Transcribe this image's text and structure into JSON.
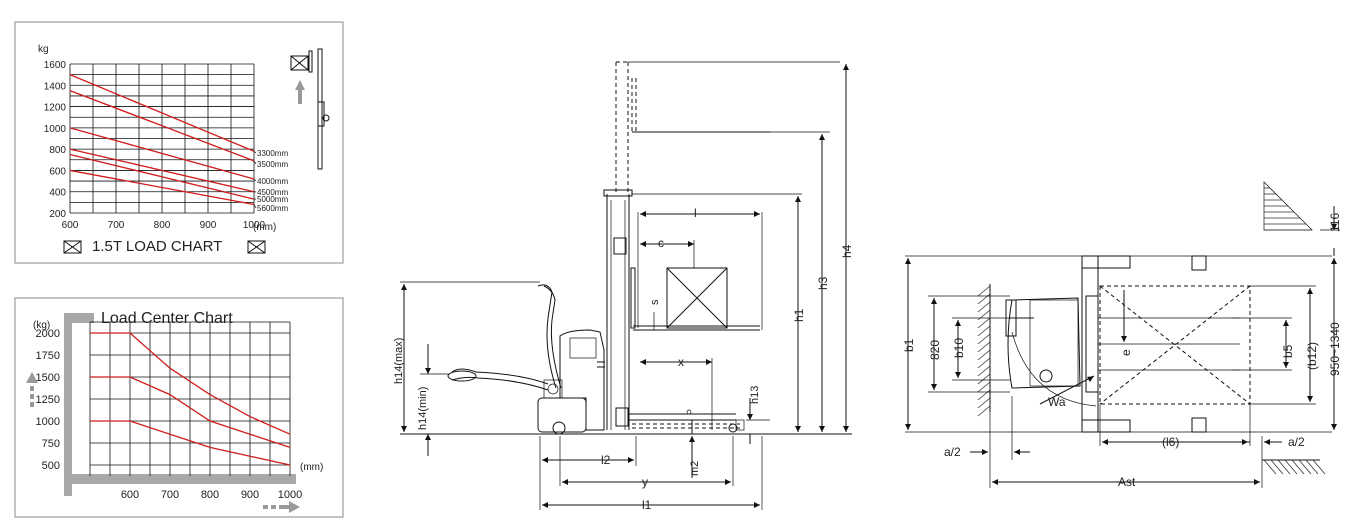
{
  "load_chart": {
    "title": "1.5T LOAD CHART",
    "y_unit": "kg",
    "x_unit": "(mm)",
    "x_ticks": [
      "600",
      "700",
      "800",
      "900",
      "1000"
    ],
    "y_ticks": [
      "1600",
      "1400",
      "1200",
      "1000",
      "800",
      "600",
      "400",
      "200"
    ],
    "height_labels": [
      "3300mm",
      "3500mm",
      "4000mm",
      "4500mm",
      "5000mm",
      "5600mm"
    ]
  },
  "center_chart": {
    "title": "Load Center Chart",
    "y_unit": "(kg)",
    "x_unit": "(mm)",
    "x_ticks": [
      "600",
      "700",
      "800",
      "900",
      "1000"
    ],
    "y_ticks": [
      "2000",
      "1750",
      "1500",
      "1250",
      "1000",
      "750",
      "500"
    ]
  },
  "side_view": {
    "labels": {
      "l": "l",
      "c": "c",
      "s": "s",
      "x": "x",
      "h1": "h1",
      "h3": "h3",
      "h4": "h4",
      "h13": "h13",
      "h14max": "h14(max)",
      "h14min": "h14(min)",
      "l2": "l2",
      "y": "y",
      "m2": "m2",
      "l1": "l1"
    }
  },
  "top_view": {
    "labels": {
      "b1": "b1",
      "d820": "820",
      "b10": "b10",
      "e": "e",
      "b5": "b5",
      "b12": "(b12)",
      "range": "950~1340",
      "d116": "116",
      "wa": "Wa",
      "a2_left": "a/2",
      "l6": "(l6)",
      "a2_right": "a/2",
      "ast": "Ast"
    }
  },
  "colors": {
    "curve": "#d01c1c",
    "line": "#111111",
    "frame": "#888888"
  },
  "chart_data": [
    {
      "type": "line",
      "title": "1.5T LOAD CHART",
      "xlabel": "(mm)",
      "ylabel": "kg",
      "xlim": [
        600,
        1000
      ],
      "ylim": [
        200,
        1600
      ],
      "x": [
        600,
        1000
      ],
      "series": [
        {
          "name": "3300mm",
          "values": [
            1500,
            780
          ]
        },
        {
          "name": "3500mm",
          "values": [
            1350,
            690
          ]
        },
        {
          "name": "4000mm",
          "values": [
            1000,
            520
          ]
        },
        {
          "name": "4500mm",
          "values": [
            800,
            400
          ]
        },
        {
          "name": "5000mm",
          "values": [
            750,
            330
          ]
        },
        {
          "name": "5600mm",
          "values": [
            600,
            280
          ]
        }
      ],
      "grid": true
    },
    {
      "type": "line",
      "title": "Load Center Chart",
      "xlabel": "(mm)",
      "ylabel": "(kg)",
      "xlim": [
        500,
        1000
      ],
      "ylim": [
        375,
        2125
      ],
      "x": [
        500,
        600,
        700,
        800,
        900,
        1000
      ],
      "series": [
        {
          "values": [
            2000,
            2000,
            1600,
            1300,
            1050,
            850
          ]
        },
        {
          "values": [
            1500,
            1500,
            1300,
            1000,
            850,
            700
          ]
        },
        {
          "values": [
            1000,
            1000,
            850,
            700,
            600,
            500
          ]
        }
      ],
      "grid": true
    }
  ]
}
